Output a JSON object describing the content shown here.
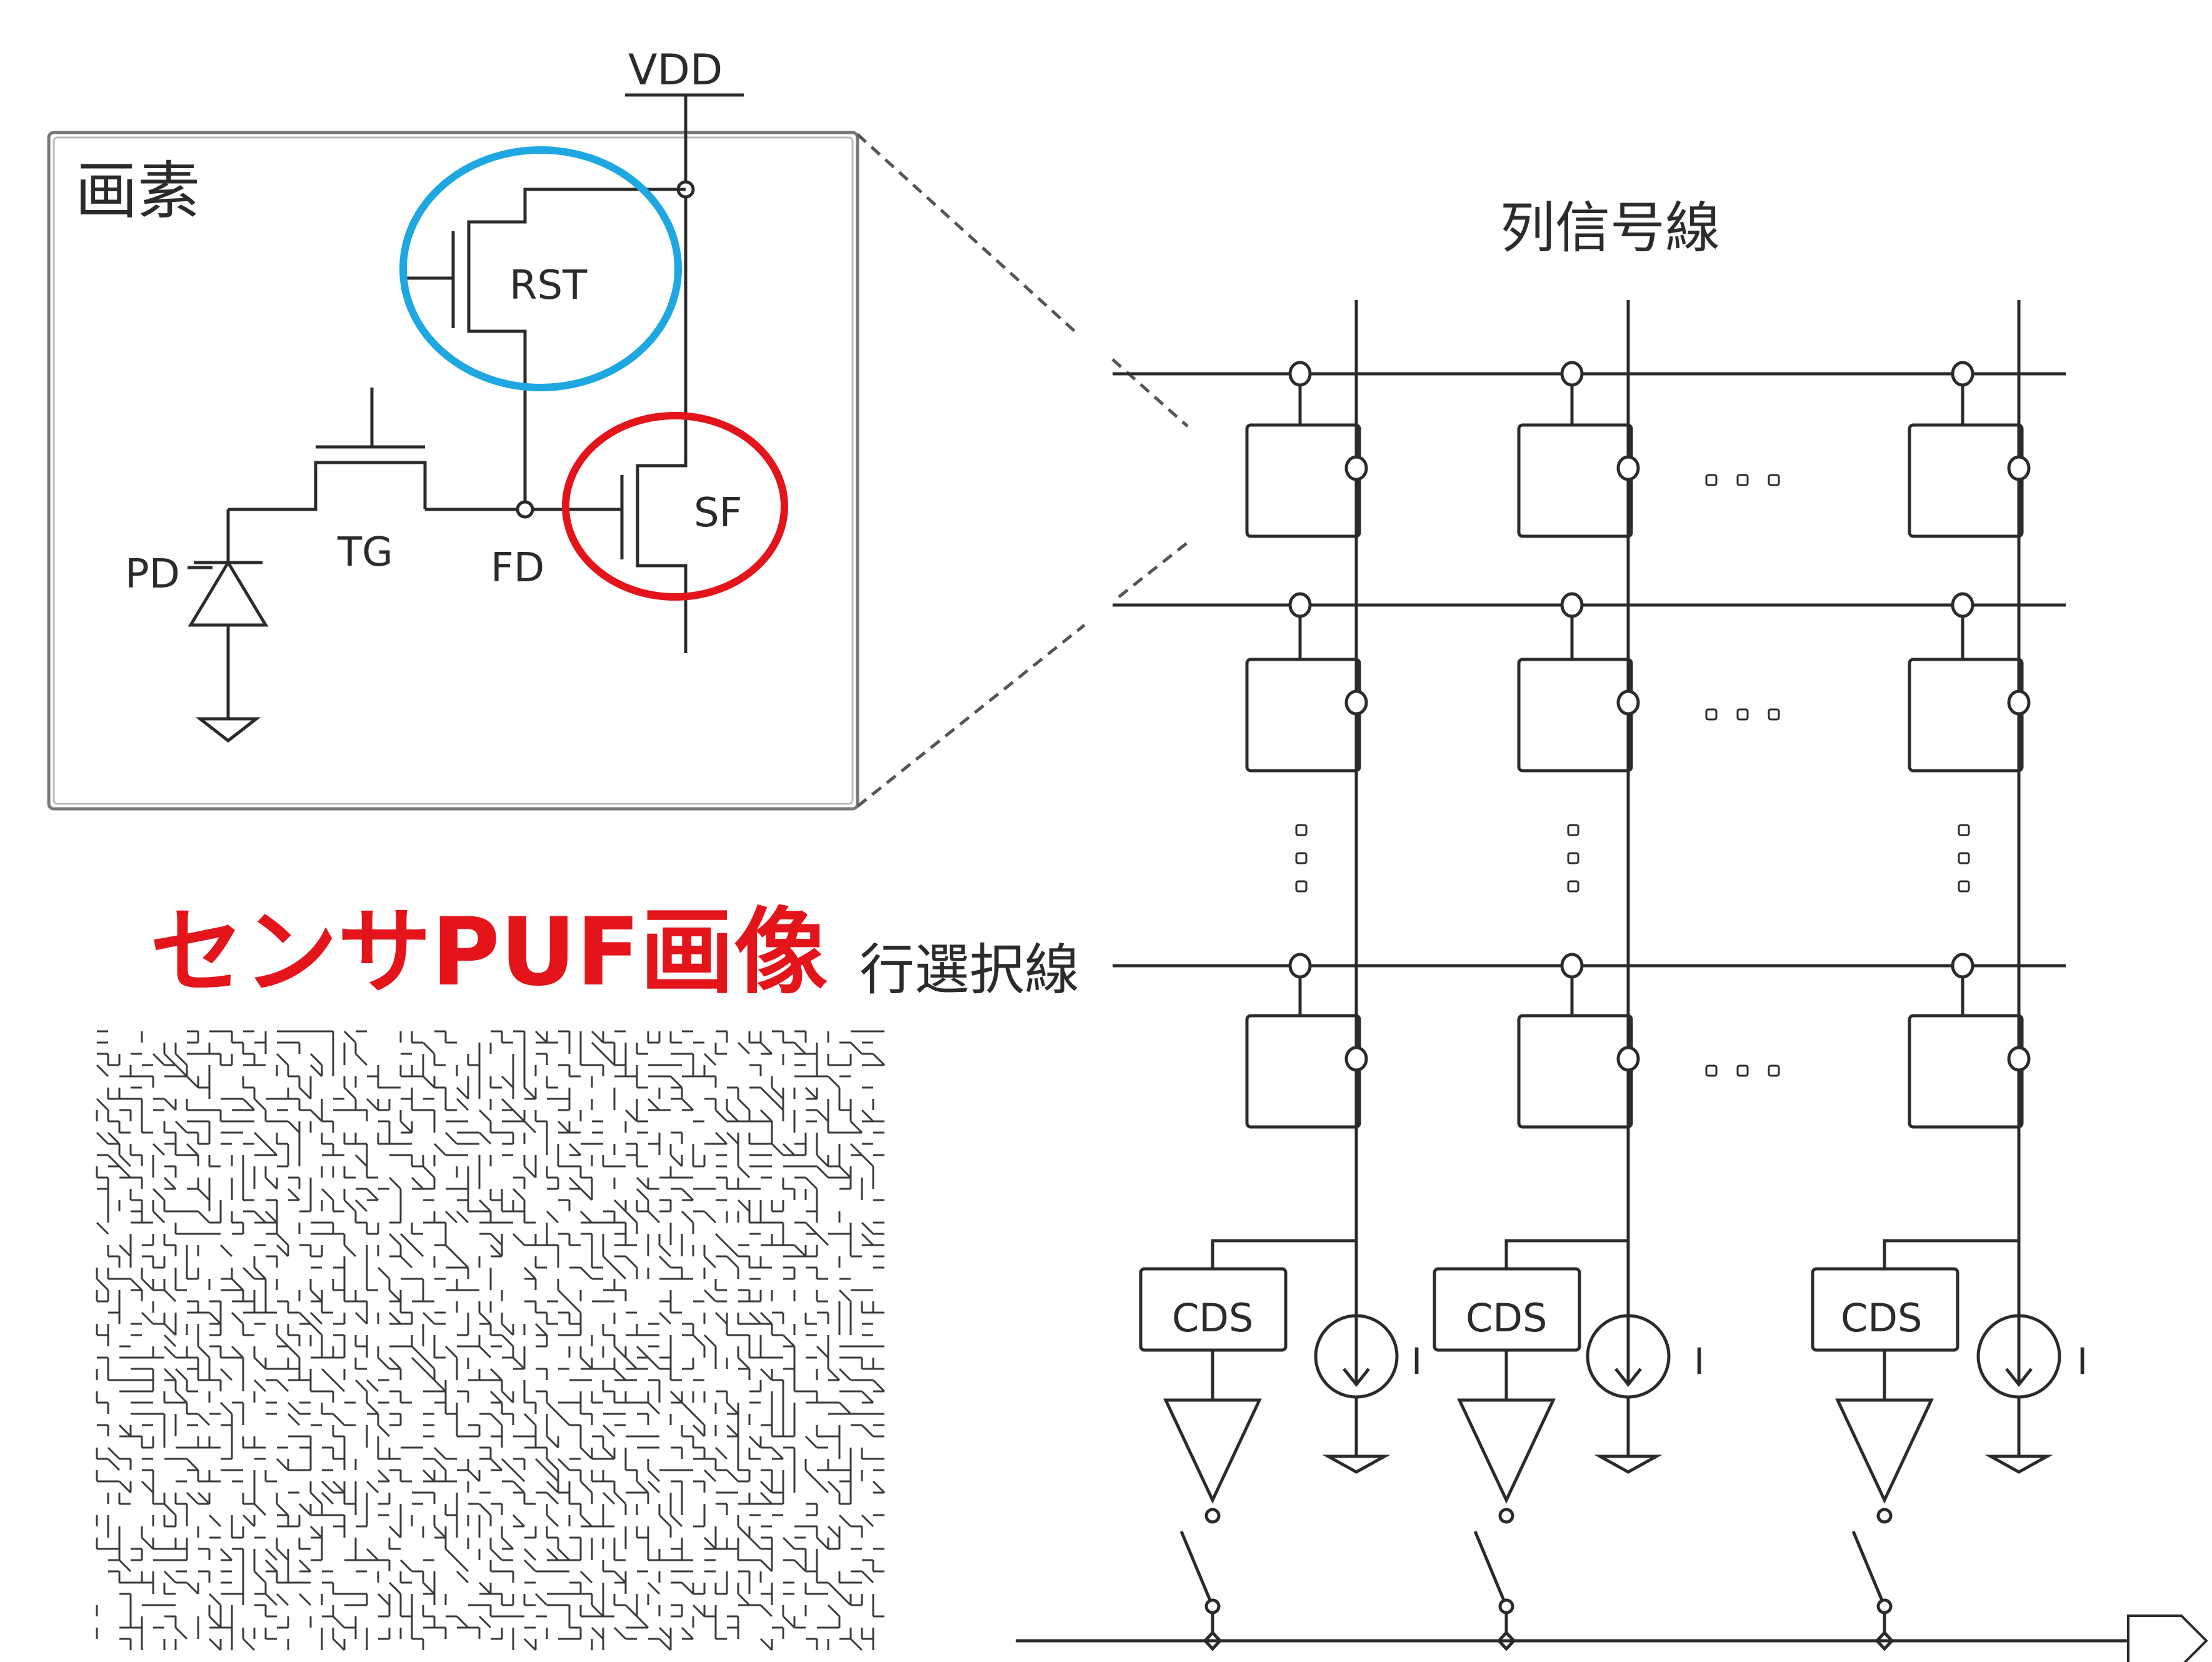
{
  "pixel_box": {
    "title": "画素"
  },
  "labels": {
    "vdd": "VDD",
    "rst": "RST",
    "sf": "SF",
    "tg": "TG",
    "fd": "FD",
    "pd": "PD",
    "column_signal_line": "列信号線",
    "row_select_line": "行選択線",
    "current_source": "I"
  },
  "cds_blocks": [
    "CDS",
    "CDS",
    "CDS"
  ],
  "puf_title": "センサPUF画像",
  "colors": {
    "line": "#2b2b2b",
    "rst_highlight": "#1ea7e1",
    "sf_highlight": "#e3151b",
    "puf_title": "#e3151b"
  }
}
